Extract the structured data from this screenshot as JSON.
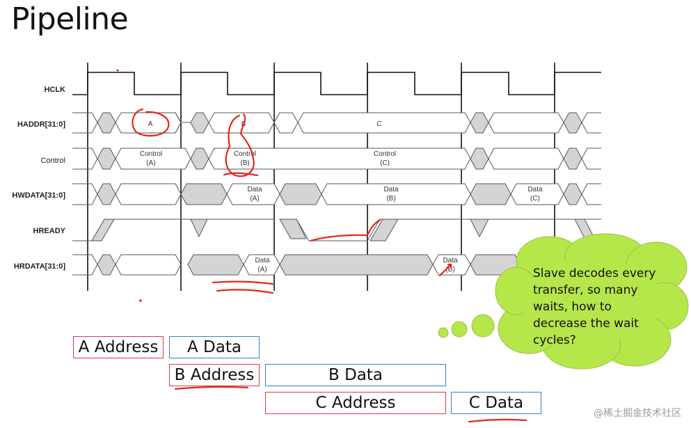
{
  "title": "Pipeline",
  "signals": {
    "hclk": "HCLK",
    "haddr": "HADDR[31:0]",
    "control": "Control",
    "hwdata": "HWDATA[31:0]",
    "hready": "HREADY",
    "hrdata": "HRDATA[31:0]"
  },
  "bus_labels": {
    "haddr_a": "A",
    "haddr_b": "B",
    "haddr_c": "C",
    "control_a_1": "Control",
    "control_a_2": "(A)",
    "control_b_1": "Control",
    "control_b_2": "(B)",
    "control_c_1": "Control",
    "control_c_2": "(C)",
    "hwdata_a_1": "Data",
    "hwdata_a_2": "(A)",
    "hwdata_b_1": "Data",
    "hwdata_b_2": "(B)",
    "hwdata_c_1": "Data",
    "hwdata_c_2": "(C)",
    "hrdata_a_1": "Data",
    "hrdata_a_2": "(A)",
    "hrdata_b_1": "Data",
    "hrdata_b_2": "(B)"
  },
  "pipeline_boxes": {
    "a_address": "A Address",
    "a_data": "A Data",
    "b_address": "B Address",
    "b_data": "B Data",
    "c_address": "C Address",
    "c_data": "C Data"
  },
  "thought_bubble": "Slave decodes every transfer, so many waits, how to decrease the wait cycles?",
  "watermark": "@稀土掘金技术社区",
  "colors": {
    "address_box": "#d8394a",
    "data_box": "#3a7bd5",
    "annotation": "#e3261c",
    "bubble": "#b5e64a",
    "bus_fill": "#d4d4d4"
  }
}
